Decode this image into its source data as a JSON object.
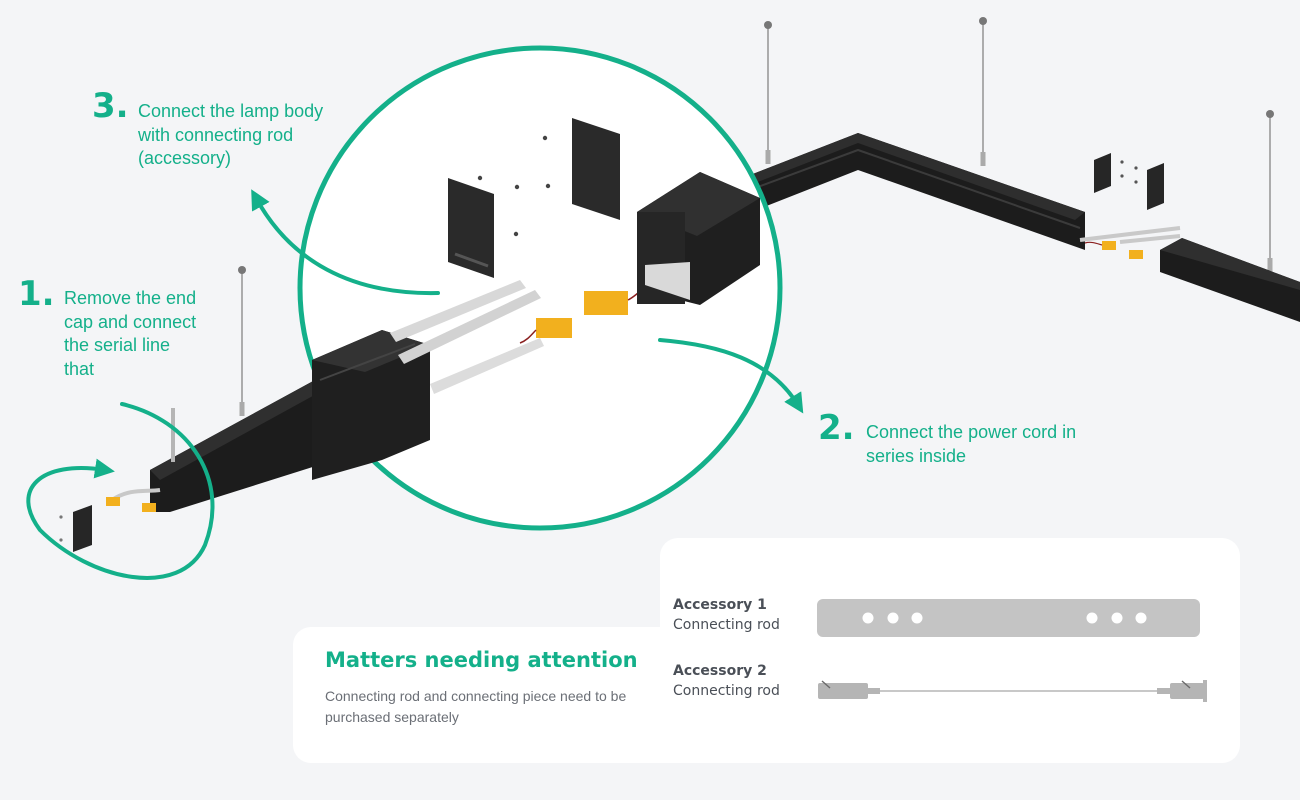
{
  "steps": [
    {
      "number": "1.",
      "text": "Remove the end cap and connect the serial line that"
    },
    {
      "number": "2.",
      "text": "Connect the power cord in series inside"
    },
    {
      "number": "3.",
      "text": "Connect the lamp body with connecting rod (accessory)"
    }
  ],
  "attention": {
    "title": "Matters needing attention",
    "body": "Connecting rod and connecting piece need to be purchased separately"
  },
  "accessories": [
    {
      "title": "Accessory 1",
      "name": "Connecting rod"
    },
    {
      "title": "Accessory 2",
      "name": "Connecting rod"
    }
  ],
  "colors": {
    "accent": "#14b08a",
    "profile": "#1b1b1b",
    "connector": "#f2b01e",
    "accessory_gray": "#c4c4c4",
    "background": "#f4f5f7",
    "card": "#ffffff"
  }
}
